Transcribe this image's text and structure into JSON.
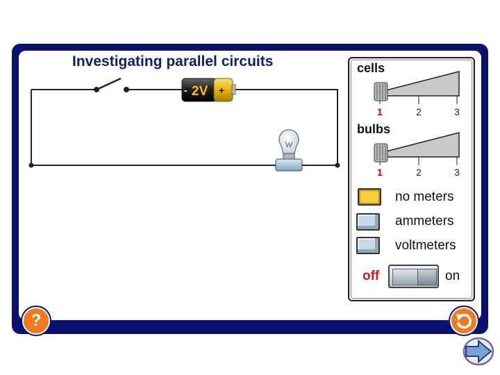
{
  "title": "Investigating parallel circuits",
  "cell": {
    "label": "2V",
    "minus": "-",
    "plus": "+"
  },
  "controls": {
    "cells": {
      "label": "cells",
      "ticks": [
        "1",
        "2",
        "3"
      ],
      "selected": "1"
    },
    "bulbs": {
      "label": "bulbs",
      "ticks": [
        "1",
        "2",
        "3"
      ],
      "selected": "1"
    },
    "meters": [
      {
        "label": "no meters",
        "selected": true
      },
      {
        "label": "ammeters",
        "selected": false
      },
      {
        "label": "voltmeters",
        "selected": false
      }
    ],
    "switch": {
      "off_label": "off",
      "on_label": "on",
      "state": "off"
    }
  },
  "buttons": {
    "help_symbol": "?",
    "reset_icon": "undo-arrow-icon",
    "next_icon": "next-arrow-icon"
  },
  "colors": {
    "frame": "#0a1070",
    "title": "#10206e",
    "accent_orange": "#f07a1c",
    "selected_yellow": "#f6cf3a",
    "off_red": "#cc1a1a"
  }
}
